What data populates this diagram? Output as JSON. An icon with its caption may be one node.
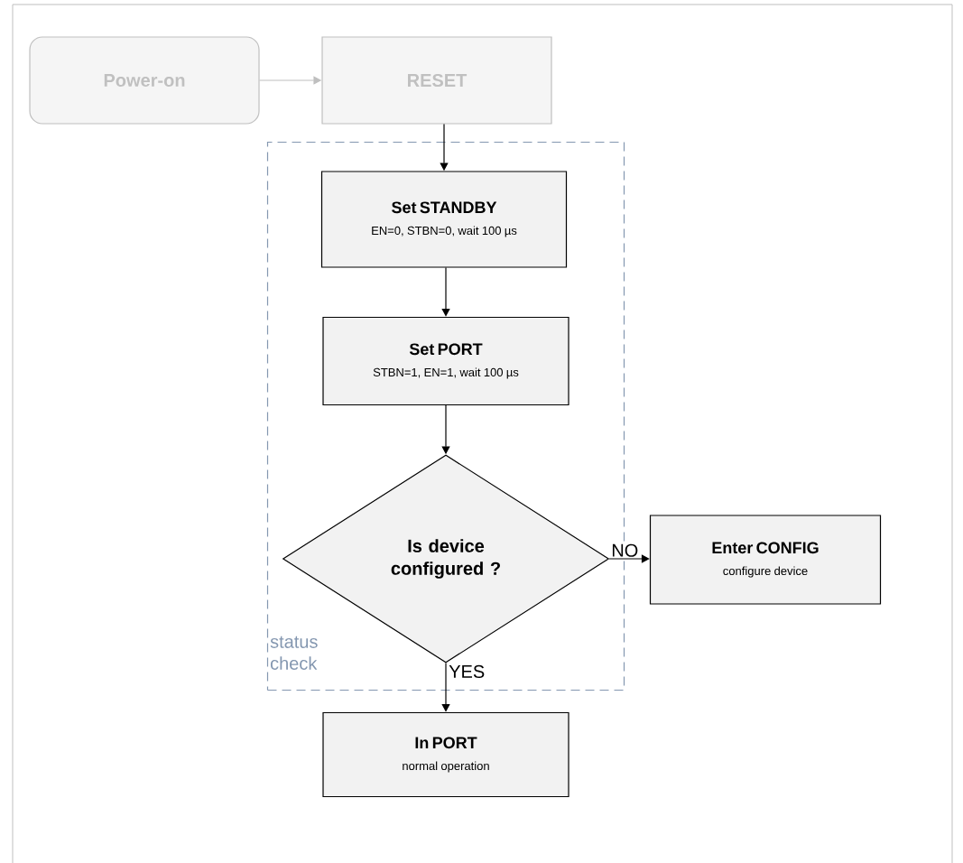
{
  "diagram": {
    "nodes": [
      {
        "text": [
          "Power-on"
        ]
      },
      {
        "text": [
          "RESET"
        ]
      },
      {
        "text": [
          "status check"
        ]
      },
      {
        "text": [
          "Set STANDBY",
          "EN=0, STBN=0, wait 100 µs"
        ],
        "in": 2
      },
      {
        "text": [
          "Set PORT",
          "STBN=1, EN=1, wait 100 µs"
        ],
        "in": 2
      },
      {
        "text": [
          "Is device configured ?"
        ],
        "in": 2
      },
      {
        "text": [
          "Enter CONFIG",
          "configure device"
        ]
      },
      {
        "text": [
          "In PORT",
          "normal operation"
        ]
      }
    ],
    "edges": [
      {
        "from": 0,
        "to": 1,
        "arrow": "to",
        "color": "#bfbfbf"
      },
      {
        "from": 1,
        "to": 3,
        "arrow": "to"
      },
      {
        "from": 3,
        "to": 4,
        "arrow": "to"
      },
      {
        "from": 4,
        "to": 5,
        "arrow": "to"
      },
      {
        "from": 5,
        "to": 6,
        "arrow": "to",
        "label": "NO"
      },
      {
        "from": 5,
        "to": 7,
        "arrow": "to",
        "label": "YES"
      }
    ]
  }
}
